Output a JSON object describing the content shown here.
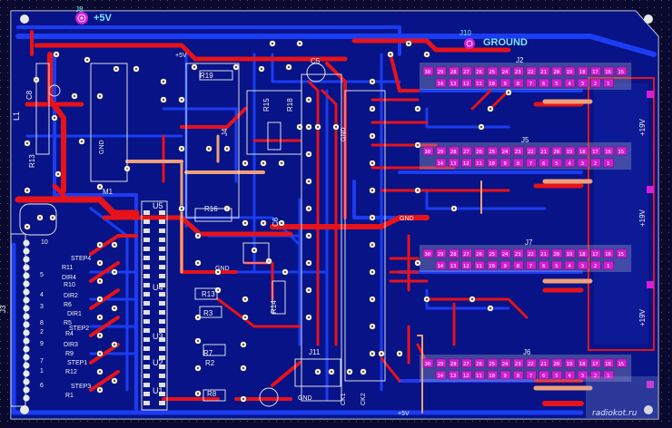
{
  "colors": {
    "board": "#060a40",
    "top_copper": "#e8121a",
    "bottom_copper": "#1b3cf2",
    "pads": "#d41fd6",
    "silk": "#f2f2f2",
    "label": "#7ee6ff"
  },
  "power_labels": {
    "j8": "J8",
    "plus5v": "+5V",
    "j10": "J10",
    "ground": "GROUND",
    "plus5v_top": "+5V",
    "plus5v_bottom": "+5V"
  },
  "connectors": {
    "j2": {
      "ref": "J2",
      "top": [
        "30",
        "29",
        "28",
        "27",
        "26",
        "25",
        "24",
        "23",
        "22",
        "21",
        "20",
        "19",
        "18",
        "17",
        "16",
        "15"
      ],
      "bottom": [
        "14",
        "13",
        "12",
        "11",
        "10",
        "9",
        "8",
        "7",
        "6",
        "5",
        "4",
        "3",
        "2",
        "1"
      ]
    },
    "j5": {
      "ref": "J5",
      "top": [
        "30",
        "29",
        "28",
        "27",
        "26",
        "25",
        "24",
        "23",
        "22",
        "21",
        "20",
        "19",
        "18",
        "17",
        "16",
        "15"
      ],
      "bottom": [
        "14",
        "13",
        "12",
        "11",
        "10",
        "9",
        "8",
        "7",
        "6",
        "5",
        "4",
        "3",
        "2",
        "1"
      ]
    },
    "j7": {
      "ref": "J7",
      "top": [
        "30",
        "29",
        "28",
        "27",
        "26",
        "25",
        "24",
        "23",
        "22",
        "21",
        "20",
        "19",
        "18",
        "17",
        "16",
        "15"
      ],
      "bottom": [
        "14",
        "13",
        "12",
        "11",
        "10",
        "9",
        "8",
        "7",
        "6",
        "5",
        "4",
        "3",
        "2",
        "1"
      ]
    },
    "j6": {
      "ref": "J6",
      "top": [
        "30",
        "29",
        "28",
        "27",
        "26",
        "25",
        "24",
        "23",
        "22",
        "21",
        "20",
        "19",
        "18",
        "17",
        "16",
        "15"
      ],
      "bottom": [
        "14",
        "13",
        "12",
        "11",
        "10",
        "9",
        "8",
        "7",
        "6",
        "5",
        "4",
        "3",
        "2",
        "1"
      ]
    }
  },
  "voltage_labels": [
    "+19V",
    "+19V",
    "+19V"
  ],
  "designators": {
    "l1": "L1",
    "c8": "C8",
    "r13": "R13",
    "m1": "M1",
    "j3": "J3",
    "u5": "U5",
    "u4": "U4",
    "u3": "U3",
    "u2": "U2",
    "u1": "U1",
    "r19": "R19",
    "r15": "R15",
    "r18": "R18",
    "c5": "C5",
    "j4": "J4",
    "r16": "R16",
    "r14": "R14",
    "c6": "C6",
    "r13b": "R13",
    "r3": "R3",
    "r2": "R2",
    "r8": "R8",
    "r7": "R7",
    "j11": "J11",
    "gnd1": "GND",
    "gnd2": "GND",
    "gnd3": "GND",
    "gnd4": "GND",
    "gnd5": "GND",
    "dir1": "DIR1",
    "dir2": "DIR2",
    "dir3": "DIR3",
    "dir4": "DIR4",
    "step1": "STEP1",
    "step2": "STEP2",
    "step3": "STEP3",
    "step4": "STEP4",
    "r10": "R10",
    "r11": "R11",
    "r5": "R5",
    "r6": "R6",
    "r4": "R4",
    "r1": "R1",
    "r9": "R9",
    "r12": "R12",
    "num10": "10",
    "num9": "9",
    "num8": "8",
    "num7": "7",
    "num6": "6",
    "num5": "5",
    "num4": "4",
    "num3": "3",
    "num2": "2",
    "num1": "1",
    "ck1": "CK1",
    "ck2": "CK2",
    "watermark": "radiokot.ru"
  }
}
